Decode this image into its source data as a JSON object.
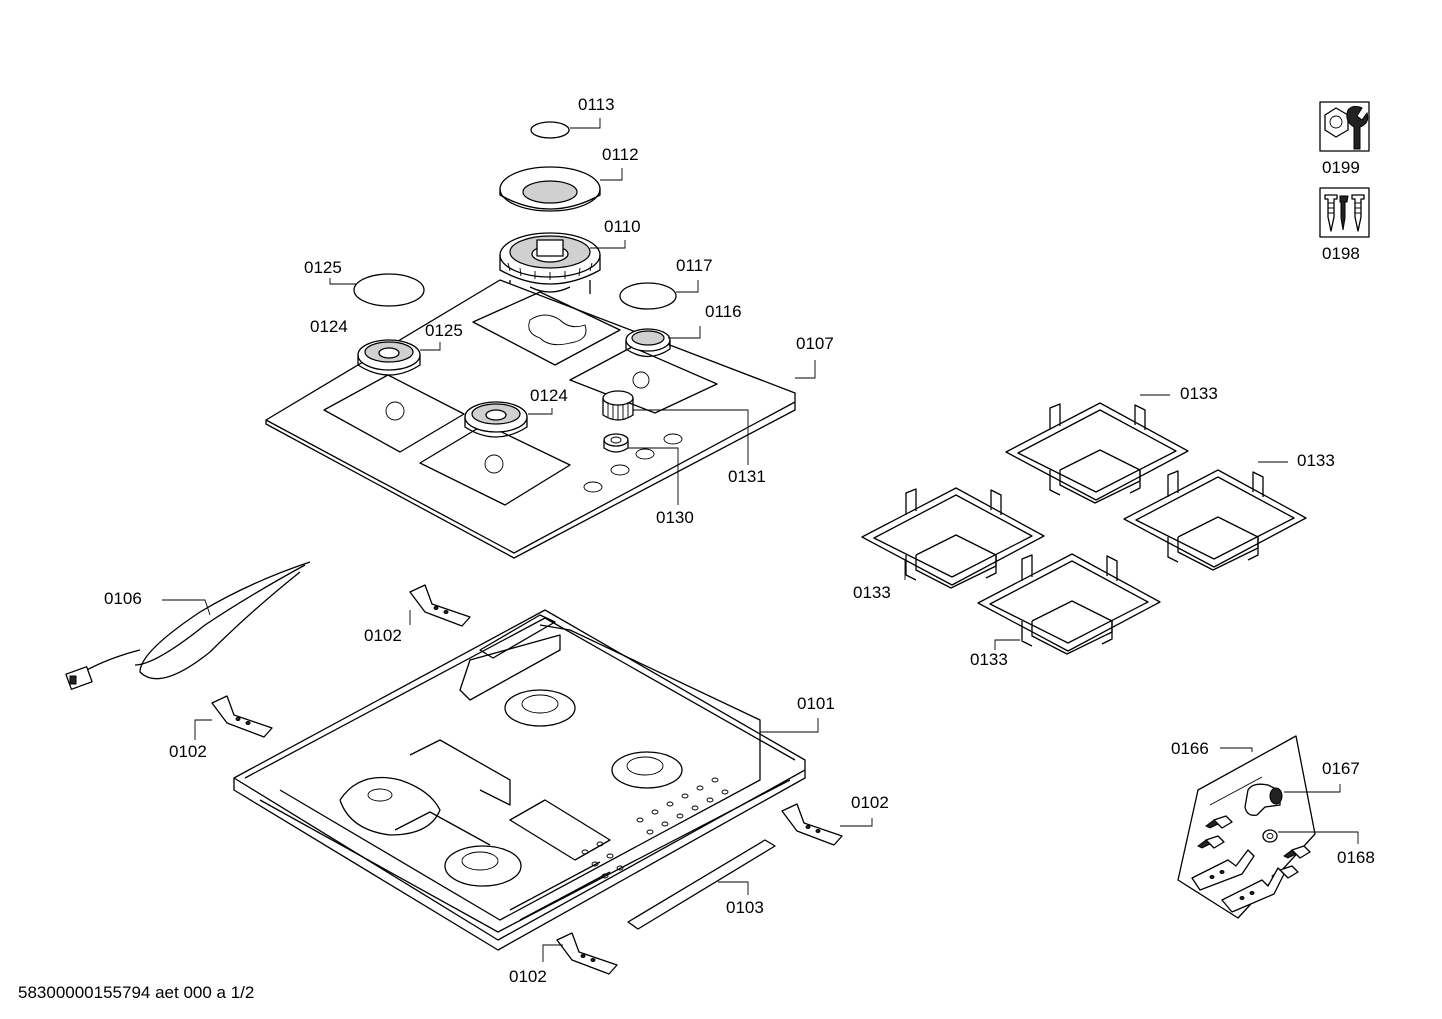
{
  "labels": {
    "p0113": "0113",
    "p0112": "0112",
    "p0110": "0110",
    "p0125a": "0125",
    "p0125b": "0125",
    "p0117": "0117",
    "p0124a": "0124",
    "p0124b": "0124",
    "p0116": "0116",
    "p0107": "0107",
    "p0131": "0131",
    "p0130": "0130",
    "p0106": "0106",
    "p0102a": "0102",
    "p0102b": "0102",
    "p0102c": "0102",
    "p0102d": "0102",
    "p0101": "0101",
    "p0103": "0103",
    "p0133a": "0133",
    "p0133b": "0133",
    "p0133c": "0133",
    "p0133d": "0133",
    "p0166": "0166",
    "p0167": "0167",
    "p0168": "0168",
    "p0199": "0199",
    "p0198": "0198"
  },
  "icons": {
    "tool_kit": "wrench-nut-icon",
    "screw_kit": "screws-icon"
  },
  "footer": "58300000155794 aet 000 a 1/2"
}
